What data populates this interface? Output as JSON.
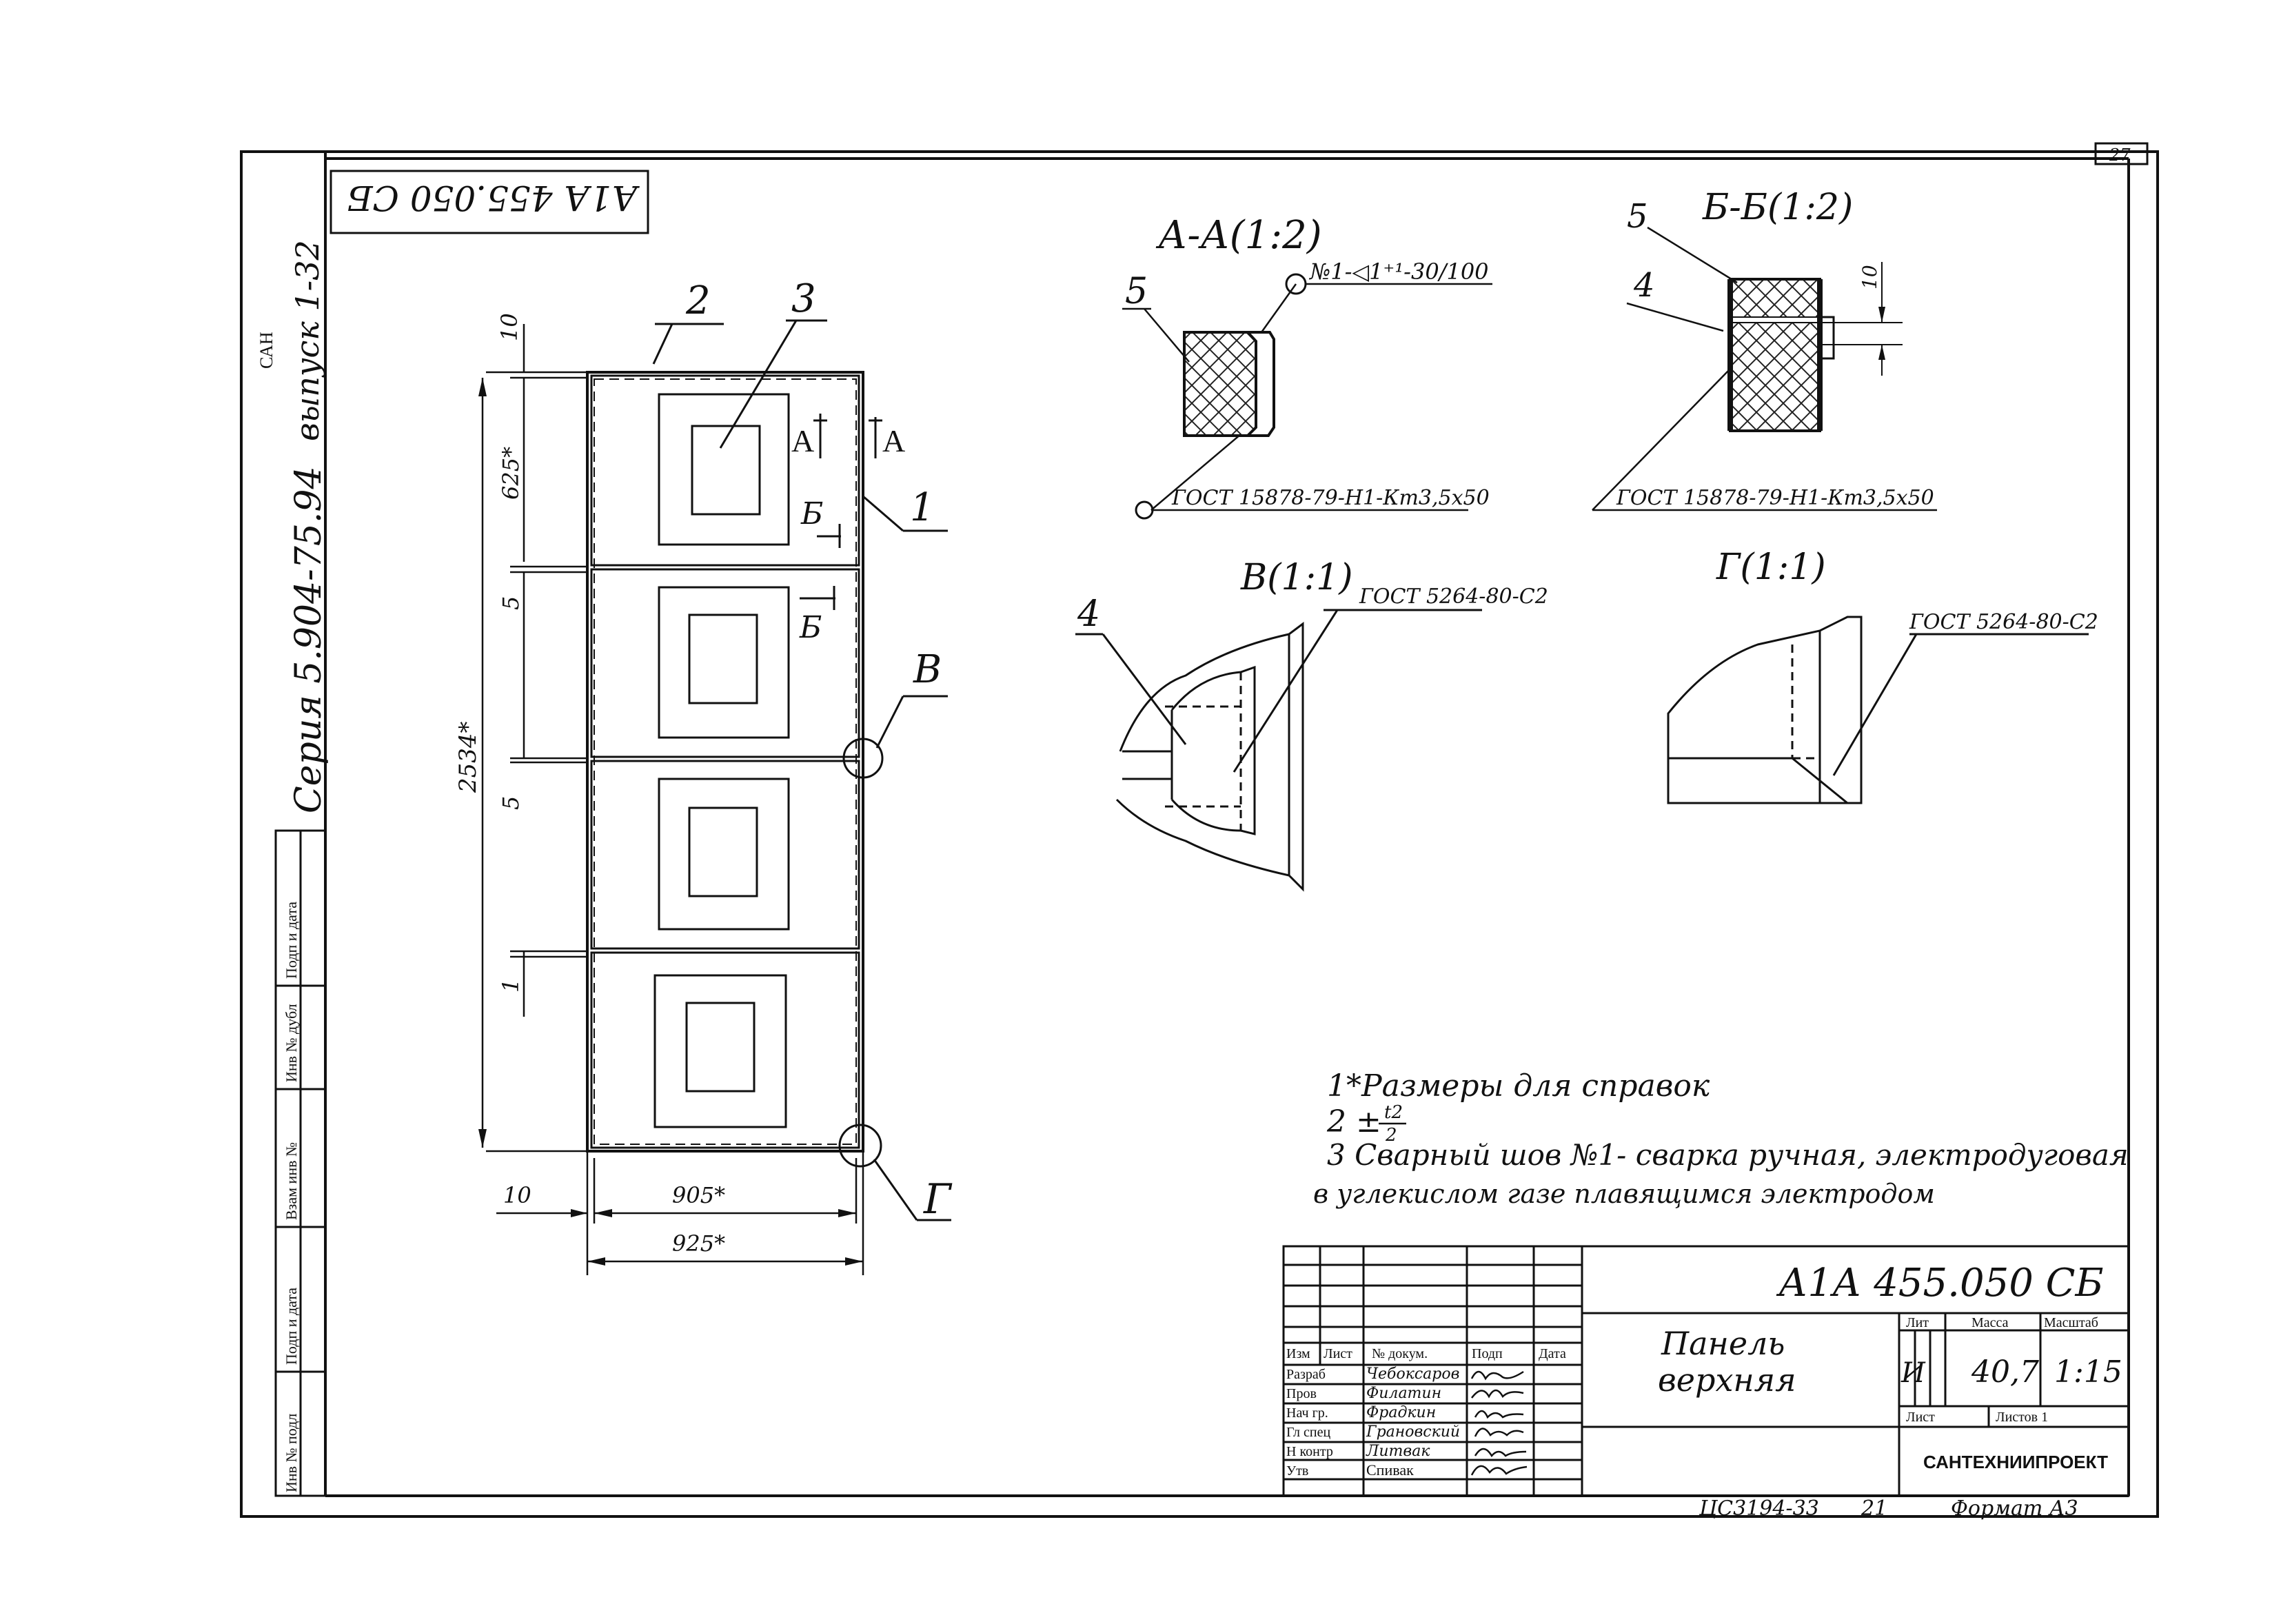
{
  "page_number": "27",
  "doc_code_top": "А1А 455.050 СБ",
  "series": "Серия 5.904-75.94",
  "issue": "выпуск 1-32",
  "margin_stamp_fragment": "САН",
  "side_stamp_labels": [
    "Подп и дата",
    "Инв № дубл",
    "Взам инв №",
    "Подп и дата",
    "Инв № подл"
  ],
  "main_view": {
    "part_labels": [
      "1",
      "2",
      "3"
    ],
    "section_markers": {
      "a_left": "А",
      "a_right": "А",
      "b_top": "Б",
      "b_bottom": "Б"
    },
    "detail_callouts": {
      "v": "В",
      "g": "Г"
    },
    "dims": {
      "top_gap": "10",
      "cell_height": "625*",
      "gap1": "5",
      "gap2": "5",
      "gap3": "1",
      "total_height": "2534*",
      "left_offset": "10",
      "inner_width": "905*",
      "outer_width": "925*"
    }
  },
  "section_aa": {
    "title": "А-А(1:2)",
    "part": "5",
    "weld_note": "№1-◁1⁺¹-30/100",
    "gost": "ГОСТ 15878-79-Н1-Кт3,5х50"
  },
  "section_bb": {
    "title": "Б-Б(1:2)",
    "part_top": "5",
    "part_side": "4",
    "dim": "10",
    "gost": "ГОСТ 15878-79-Н1-Кт3,5х50"
  },
  "detail_v": {
    "title": "В(1:1)",
    "part": "4",
    "gost": "ГОСТ 5264-80-С2"
  },
  "detail_g": {
    "title": "Г(1:1)",
    "gost": "ГОСТ 5264-80-С2"
  },
  "notes": {
    "n1": "1*Размеры для справок",
    "n2a": "2 ±",
    "n2b": "t2",
    "n2c": "2",
    "n3": "3 Сварный шов №1- сварка ручная, электродуговая",
    "n3b": "в углекислом газе плавящимся электродом"
  },
  "title_block": {
    "doc_code": "А1А 455.050 СБ",
    "name_line1": "Панель",
    "name_line2": "верхняя",
    "headers": {
      "izm": "Изм",
      "list": "Лист",
      "docnum": "№ докум.",
      "podp": "Подп",
      "data": "Дата"
    },
    "roles": [
      "Разраб",
      "Пров",
      "Нач гр.",
      "Гл спец",
      "Н контр",
      "Утв"
    ],
    "names": [
      "Чебоксаров",
      "Филатин",
      "Фрадкин",
      "Грановский",
      "Литвак",
      "Спивак"
    ],
    "lit_label": "Лит",
    "mass_label": "Масса",
    "scale_label": "Масштаб",
    "lit_value": "И",
    "mass_value": "40,7",
    "scale_value": "1:15",
    "sheet_label": "Лист",
    "sheets_label": "Листов 1",
    "org": "САНТЕХНИИПРОЕКТ",
    "bottom_code": "ЦС3194-33",
    "bottom_num": "21",
    "format": "Формат А3"
  }
}
